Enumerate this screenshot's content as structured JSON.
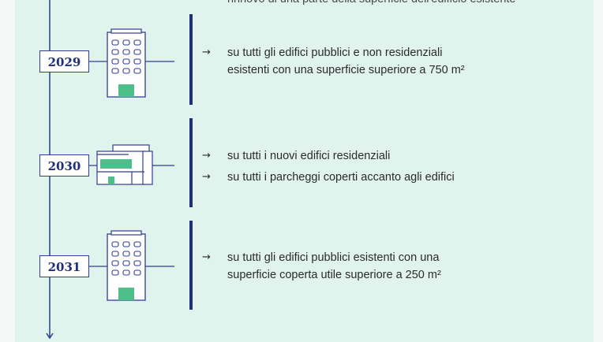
{
  "top_cut_text": "rinnovo di una parte della superficie dell'edificio esistente",
  "entries": [
    {
      "year": "2029",
      "icon": "office-building-icon",
      "bullets": [
        {
          "arrow": "→",
          "lines": [
            "su tutti gli edifici pubblici e non residenziali",
            "esistenti con una superficie superiore a 750 m²"
          ]
        }
      ]
    },
    {
      "year": "2030",
      "icon": "residential-house-icon",
      "bullets": [
        {
          "arrow": "→",
          "lines": [
            "su tutti i nuovi edifici residenziali"
          ]
        },
        {
          "arrow": "→",
          "lines": [
            "su tutti i parcheggi coperti accanto agli edifici"
          ]
        }
      ]
    },
    {
      "year": "2031",
      "icon": "office-building-icon",
      "bullets": [
        {
          "arrow": "→",
          "lines": [
            "su tutti gli edifici pubblici esistenti con una",
            "superficie coperta utile superiore a 250 m²"
          ]
        }
      ]
    }
  ],
  "colors": {
    "panel_bg": "#e0f3ec",
    "line": "#2e3f8f",
    "bar": "#1f2f79",
    "accent_green": "#4cbf8a"
  }
}
